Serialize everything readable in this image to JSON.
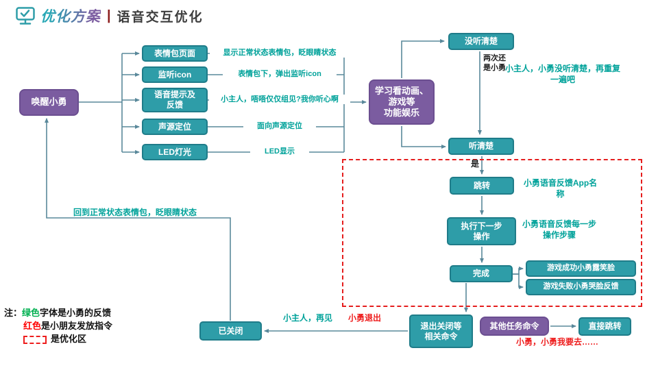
{
  "header": {
    "brand": "优化方案",
    "separator": "|",
    "title": "语音交互优化"
  },
  "colors": {
    "teal_box": "#2e9da8",
    "purple_box": "#7b5ca0",
    "feedback_green": "#00a29a",
    "command_red": "#ee1d1d",
    "zone_dashed_red": "#e51d1d"
  },
  "nodes": {
    "wake": "唤醒小勇",
    "learn": "学习看动画、\n游戏等\n功能娱乐",
    "not_heard": "没听清楚",
    "heard": "听清楚",
    "jump": "跳转",
    "next_step": "执行下一步\n操作",
    "done": "完成",
    "game_success": "游戏成功小勇露笑脸",
    "game_fail": "游戏失败小勇哭脸反馈",
    "exit": "退出关闭等\n相关命令",
    "other_command": "其他任务命令",
    "direct_jump": "直接跳转",
    "closed": "已关闭"
  },
  "features": [
    {
      "label": "表情包页面",
      "desc": "显示正常状态表情包，眨眼睛状态"
    },
    {
      "label": "监听icon",
      "desc": "表情包下，弹出监听icon"
    },
    {
      "label": "语音提示及\n反馈",
      "desc": "小主人，唔唔仅仅组见?我你听心啊"
    },
    {
      "label": "声源定位",
      "desc": "面向声源定位"
    },
    {
      "label": "LED灯光",
      "desc": "LED显示"
    }
  ],
  "annotations": {
    "repeat_note": "两次还是小勇",
    "repeat_feedback": "小主人，小勇没听清楚，再重复一遍吧",
    "yes": "是",
    "jump_feedback": "小勇语音反馈App名称",
    "step_feedback": "小勇语音反馈每一步操作步骤",
    "loopback": "回到正常状态表情包，眨眼睛状态",
    "goodbye": "小主人，再见",
    "exit_command": "小勇退出",
    "go_command": "小勇，小勇我要去……"
  },
  "legend": {
    "prefix": "注：",
    "green_word": "绿色",
    "green_rest": "字体是小勇的反馈",
    "red_word": "红色",
    "red_rest": "是小朋友发放指令",
    "zone_rest": "是优化区"
  }
}
